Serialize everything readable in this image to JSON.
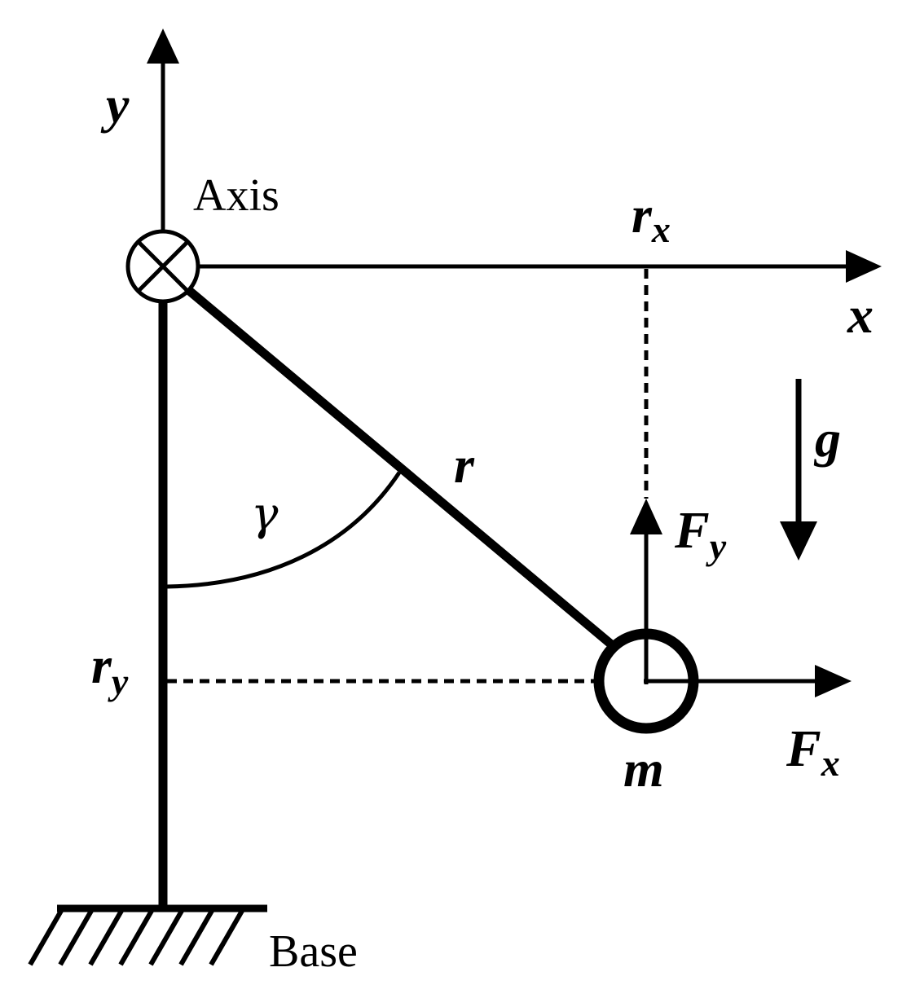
{
  "labels": {
    "y_axis": "y",
    "x_axis": "x",
    "axis": "Axis",
    "base": "Base",
    "rx_main": "r",
    "rx_sub": "x",
    "ry_main": "r",
    "ry_sub": "y",
    "r": "r",
    "gamma": "γ",
    "g": "g",
    "fy_main": "F",
    "fy_sub": "y",
    "fx_main": "F",
    "fx_sub": "x",
    "m": "m"
  },
  "colors": {
    "ink": "#000000",
    "background": "#ffffff"
  },
  "icons": {
    "pivot": "circled-x-icon",
    "ground": "hatched-ground-icon"
  }
}
